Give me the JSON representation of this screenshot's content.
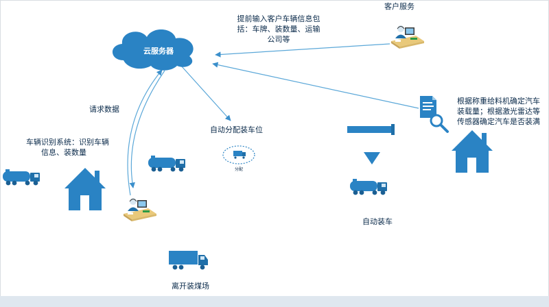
{
  "nodes": {
    "cloud_server": "云服务器",
    "customer_service": "客户服务",
    "auto_assign": "自动分配装车位",
    "auto_load": "自动装车",
    "leave_yard": "离开装煤场"
  },
  "annotations": {
    "customer_info_line1": "提前输入客户车辆信息包",
    "customer_info_line2": "括：车牌、装数量、运输",
    "customer_info_line3": "公司等",
    "request_data": "请求数据",
    "vehicle_id_line1": "车辆识别系统：识别车辆",
    "vehicle_id_line2": "信息、装数量",
    "weigh_line1": "根据称重给料机确定汽车",
    "weigh_line2": "装载量；根据激光雷达等",
    "weigh_line3": "传感器确定汽车是否装满",
    "bay_small": "分配"
  },
  "colors": {
    "primary": "#2a83c4",
    "dark": "#1f6fa9",
    "arrow": "#5aa7d8",
    "text": "#0a2a4a"
  },
  "icons": [
    "cloud-icon",
    "agent-at-desk-icon",
    "document-search-icon",
    "house-icon",
    "tanker-truck-icon",
    "box-truck-icon",
    "loading-chute-icon",
    "funnel-icon",
    "loading-bay-icon"
  ]
}
